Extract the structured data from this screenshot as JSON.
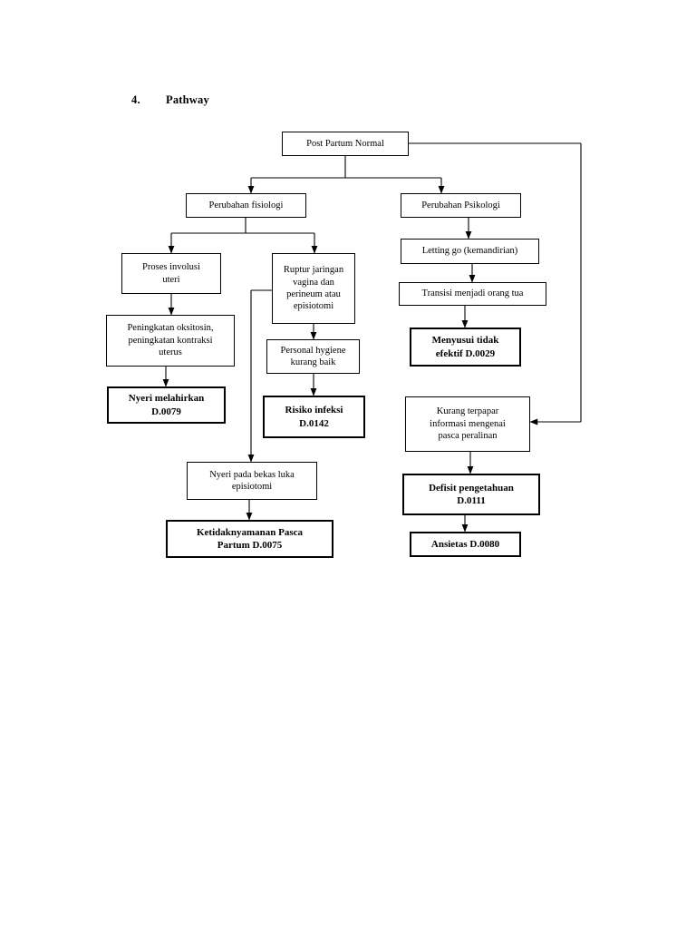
{
  "page": {
    "section_number": "4.",
    "section_title": "Pathway"
  },
  "diagram": {
    "type": "flowchart",
    "nodes": [
      {
        "id": "root",
        "label": "Post Partum Normal",
        "style": "plain"
      },
      {
        "id": "fisiologi",
        "label": "Perubahan fisiologi",
        "style": "plain"
      },
      {
        "id": "psikologi",
        "label": "Perubahan Psikologi",
        "style": "plain"
      },
      {
        "id": "involusi",
        "label": "Proses involusi\nuteri",
        "style": "plain"
      },
      {
        "id": "ruptur",
        "label": "Ruptur jaringan\nvagina dan\nperineum atau\nepisiotomi",
        "style": "plain"
      },
      {
        "id": "lettinggo",
        "label": "Letting go (kemandirian)",
        "style": "plain"
      },
      {
        "id": "transisi",
        "label": "Transisi menjadi orang tua",
        "style": "plain"
      },
      {
        "id": "oksitosin",
        "label": "Peningkatan oksitosin,\npeningkatan kontraksi\nuterus",
        "style": "plain"
      },
      {
        "id": "hygiene",
        "label": "Personal hygiene\nkurang baik",
        "style": "plain"
      },
      {
        "id": "menyusui",
        "label": "Menyusui tidak\nefektif  D.0029",
        "style": "bold"
      },
      {
        "id": "nyerilahir",
        "label": "Nyeri melahirkan\nD.0079",
        "style": "bold"
      },
      {
        "id": "risikoinf",
        "label": "Risiko infeksi\nD.0142",
        "style": "bold"
      },
      {
        "id": "kurangpapar",
        "label": "Kurang terpapar\ninformasi mengenai\npasca peralinan",
        "style": "plain"
      },
      {
        "id": "nyeribekas",
        "label": "Nyeri pada bekas luka\nepisiotomi",
        "style": "plain"
      },
      {
        "id": "defisit",
        "label": "Defisit pengetahuan\nD.0111",
        "style": "bold"
      },
      {
        "id": "ketidaknyam",
        "label": "Ketidaknyamanan Pasca\nPartum D.0075",
        "style": "bold"
      },
      {
        "id": "ansietas",
        "label": "Ansietas  D.0080",
        "style": "bold"
      }
    ],
    "edges": [
      {
        "from": "root",
        "to": "fisiologi"
      },
      {
        "from": "root",
        "to": "psikologi"
      },
      {
        "from": "fisiologi",
        "to": "involusi"
      },
      {
        "from": "fisiologi",
        "to": "ruptur"
      },
      {
        "from": "involusi",
        "to": "oksitosin"
      },
      {
        "from": "oksitosin",
        "to": "nyerilahir"
      },
      {
        "from": "ruptur",
        "to": "hygiene"
      },
      {
        "from": "hygiene",
        "to": "risikoinf"
      },
      {
        "from": "ruptur",
        "to": "nyeribekas"
      },
      {
        "from": "nyeribekas",
        "to": "ketidaknyam"
      },
      {
        "from": "psikologi",
        "to": "lettinggo"
      },
      {
        "from": "lettinggo",
        "to": "transisi"
      },
      {
        "from": "transisi",
        "to": "menyusui"
      },
      {
        "from": "root",
        "to": "kurangpapar"
      },
      {
        "from": "kurangpapar",
        "to": "defisit"
      },
      {
        "from": "defisit",
        "to": "ansietas"
      }
    ]
  }
}
